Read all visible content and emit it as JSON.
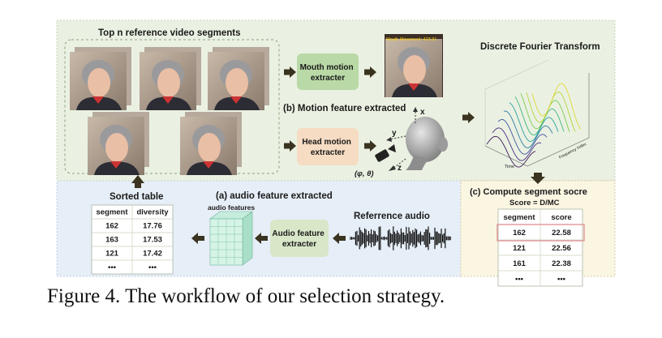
{
  "top_panel": {
    "reference_title": "Top n reference video segments",
    "mouth_extractor_label": [
      "Mouth motion",
      "extracter"
    ],
    "mouth_frame_overlay": "Mouth Movement: 423.91",
    "section_b_title": "(b) Motion feature extracted",
    "head_extractor_label": [
      "Head motion",
      "extracter"
    ],
    "axis_x": "x",
    "axis_y": "y",
    "axis_z": "z",
    "angles_label": "(φ, θ)",
    "dft_title": "Discrete Fourier Transform",
    "dft_axis_time": "Time",
    "dft_axis_freq": "Frequency Index"
  },
  "bottom_panel": {
    "sorted_table_title": "Sorted table",
    "sorted_table": {
      "headers": [
        "segment",
        "diversity"
      ],
      "rows": [
        [
          "162",
          "17.76"
        ],
        [
          "163",
          "17.53"
        ],
        [
          "121",
          "17.42"
        ],
        [
          "•••",
          "•••"
        ]
      ]
    },
    "section_a_title": "(a) audio feature extracted",
    "audio_features_label": "audio features",
    "audio_extractor_label": [
      "Audio feature",
      "extracter"
    ],
    "reference_audio_label": "Referrence audio",
    "section_c_title": "(c) Compute segment socre",
    "score_formula": "Score = D/MC",
    "score_table": {
      "headers": [
        "segment",
        "score"
      ],
      "rows": [
        [
          "162",
          "22.58"
        ],
        [
          "121",
          "22.56"
        ],
        [
          "161",
          "22.38"
        ],
        [
          "•••",
          "•••"
        ]
      ]
    }
  },
  "caption": "Figure 4. The workflow of our selection strategy.",
  "colors": {
    "top_bg": "#eaf1e2",
    "bottom_left_bg": "#e6eef7",
    "score_bg": "#fbf6e2",
    "extractor_green": "#b9d9a6",
    "extractor_peach": "#f6dcc3",
    "arrow": "#3a3320",
    "highlight": "#e08f8f"
  }
}
